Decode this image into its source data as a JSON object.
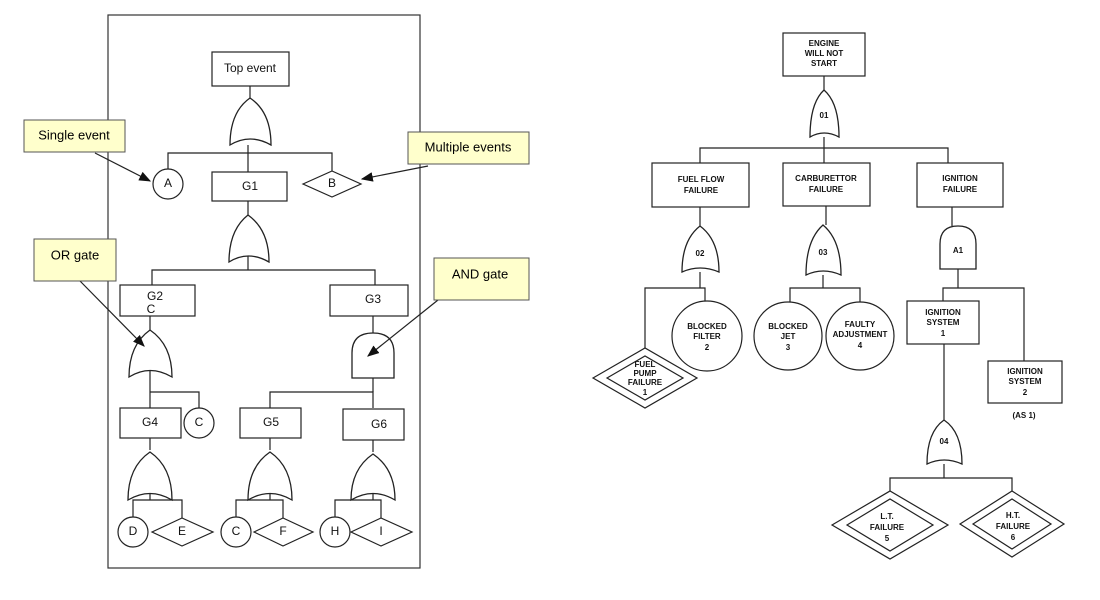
{
  "left_tree": {
    "top_event": "Top event",
    "g1": "G1",
    "g2": "G2",
    "g2_sub": "C",
    "g3": "G3",
    "g4": "G4",
    "g5": "G5",
    "g6": "G6",
    "event_a": "A",
    "event_b": "B",
    "event_c1": "C",
    "event_c2": "C",
    "event_d": "D",
    "event_e": "E",
    "event_f": "F",
    "event_h": "H",
    "event_i": "I"
  },
  "callouts": {
    "single_event": "Single event",
    "multiple_events": "Multiple events",
    "or_gate": "OR gate",
    "and_gate": "AND gate"
  },
  "right_tree": {
    "top": [
      "ENGINE",
      "WILL NOT",
      "START"
    ],
    "gate_o1": "01",
    "fuel_flow": [
      "FUEL FLOW",
      "FAILURE"
    ],
    "carburettor": [
      "CARBURETTOR",
      "FAILURE"
    ],
    "ignition": [
      "IGNITION",
      "FAILURE"
    ],
    "gate_o2": "02",
    "gate_o3": "03",
    "gate_a1": "A1",
    "fuel_pump": [
      "FUEL",
      "PUMP",
      "FAILURE",
      "1"
    ],
    "blocked_filter": [
      "BLOCKED",
      "FILTER",
      "2"
    ],
    "blocked_jet": [
      "BLOCKED",
      "JET",
      "3"
    ],
    "faulty_adjustment": [
      "FAULTY",
      "ADJUSTMENT",
      "4"
    ],
    "ignition_system_1": [
      "IGNITION",
      "SYSTEM",
      "1"
    ],
    "ignition_system_2": [
      "IGNITION",
      "SYSTEM",
      "2"
    ],
    "as_1": "(AS 1)",
    "gate_o4": "04",
    "lt_failure": [
      "L.T.",
      "FAILURE",
      "5"
    ],
    "ht_failure": [
      "H.T.",
      "FAILURE",
      "6"
    ]
  }
}
